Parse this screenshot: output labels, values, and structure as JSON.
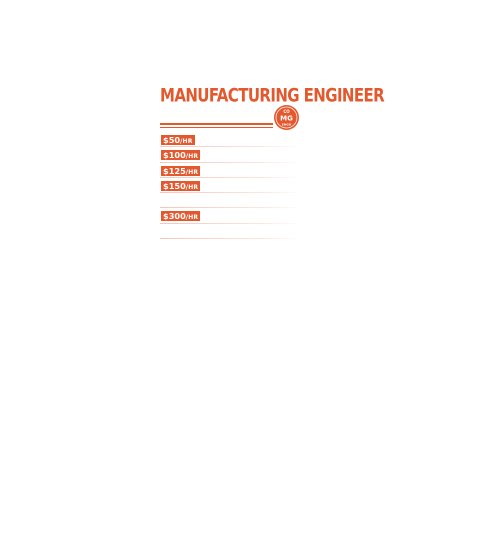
{
  "title": "MANUFACTURING ENGINEER",
  "emblem": {
    "icon": "engineer-mascot-badge-icon",
    "top_text": "CO",
    "main_text": "MG",
    "bottom_text": "ENGR"
  },
  "rows": [
    {
      "amount": "$50",
      "unit": "/HR"
    },
    {
      "amount": "$100",
      "unit": "/HR"
    },
    {
      "amount": "$125",
      "unit": "/HR"
    },
    {
      "amount": "$150",
      "unit": "/HR"
    },
    {
      "amount": "",
      "unit": ""
    },
    {
      "amount": "$300",
      "unit": "/HR"
    },
    {
      "amount": "",
      "unit": ""
    }
  ],
  "colors": {
    "accent": "#e4582e",
    "background": "#ffffff"
  }
}
